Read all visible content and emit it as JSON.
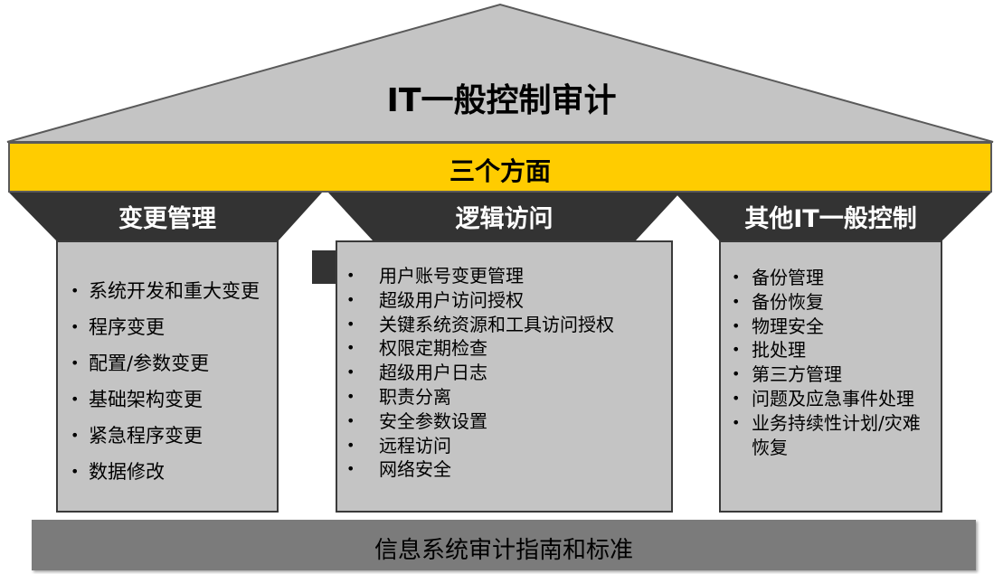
{
  "roof": {
    "title": "IT一般控制审计"
  },
  "band": {
    "label": "三个方面"
  },
  "pillars": [
    {
      "heading": "变更管理",
      "items": [
        "系统开发和重大变更",
        "程序变更",
        "配置/参数变更",
        "基础架构变更",
        "紧急程序变更",
        "数据修改"
      ]
    },
    {
      "heading": "逻辑访问",
      "items": [
        "用户账号变更管理",
        "超级用户访问授权",
        "关键系统资源和工具访问授权",
        "权限定期检查",
        "超级用户日志",
        "职责分离",
        "安全参数设置",
        "远程访问",
        "网络安全"
      ]
    },
    {
      "heading": "其他IT一般控制",
      "items": [
        "备份管理",
        "备份恢复",
        "物理安全",
        "批处理",
        "第三方管理",
        "问题及应急事件处理",
        "业务持续性计划/灾难恢复"
      ]
    }
  ],
  "base": {
    "label": "信息系统审计指南和标准"
  },
  "bullet": "•",
  "colors": {
    "roof": "#c4c4c4",
    "band": "#ffcc00",
    "pillar_head": "#333333",
    "base": "#7b7b7b"
  }
}
